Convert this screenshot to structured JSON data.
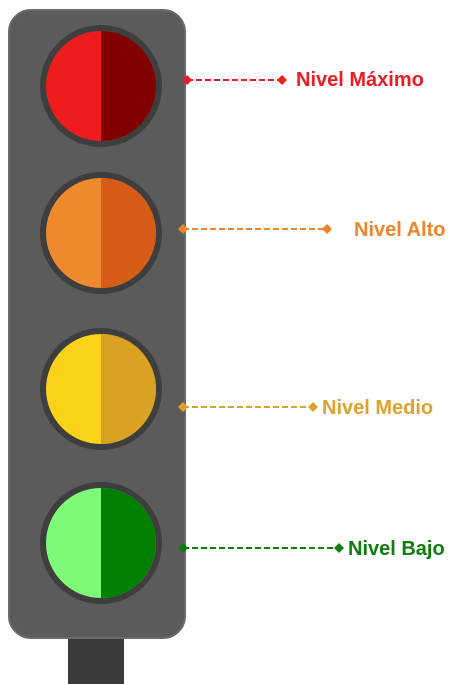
{
  "colors": {
    "background": "#ffffff",
    "housing_fill": "#5b5b5b",
    "housing_stroke": "#666666",
    "pole": "#3b3b3b",
    "lamp_rim": "#3e3e3e"
  },
  "levels": [
    {
      "id": "max",
      "label": "Nivel Máximo",
      "label_color": "#ec1c24",
      "lamp_light": "#ee1c1c",
      "lamp_dark": "#800000"
    },
    {
      "id": "high",
      "label": "Nivel Alto",
      "label_color": "#f0842c",
      "lamp_light": "#f08a2e",
      "lamp_dark": "#d75c17"
    },
    {
      "id": "mid",
      "label": "Nivel Medio",
      "label_color": "#dea12c",
      "lamp_light": "#fbd21a",
      "lamp_dark": "#daa123"
    },
    {
      "id": "low",
      "label": "Nivel Bajo",
      "label_color": "#0e7d0e",
      "lamp_light": "#7dfb78",
      "lamp_dark": "#008000"
    }
  ]
}
